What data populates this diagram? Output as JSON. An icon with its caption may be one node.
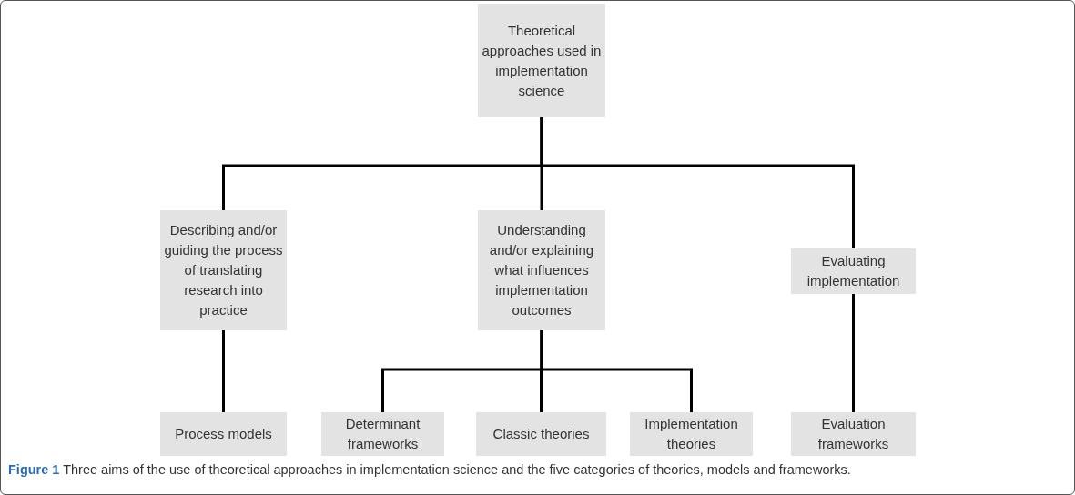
{
  "diagram": {
    "caption": "**Figure 1** Three aims of the use of theoretical approaches in implementation science and the five categories of theories, models and frameworks.",
    "nodes": [
      {
        "text": [
          "Theoretical approaches used in implementation science"
        ]
      },
      {
        "text": [
          "Describing and/or guiding the process of translating research into practice"
        ]
      },
      {
        "text": [
          "Understanding and/or explaining  what influences implementation outcomes"
        ]
      },
      {
        "text": [
          "Evaluating implementation"
        ]
      },
      {
        "text": [
          "Process models"
        ]
      },
      {
        "text": [
          "Determinant frameworks"
        ]
      },
      {
        "text": [
          "Classic theories"
        ]
      },
      {
        "text": [
          "Implementation theories"
        ]
      },
      {
        "text": [
          "Evaluation frameworks"
        ]
      }
    ],
    "edges": [
      {
        "from": 0,
        "to": 1,
        "arrow": "none"
      },
      {
        "from": 0,
        "to": 2,
        "arrow": "none"
      },
      {
        "from": 0,
        "to": 3,
        "arrow": "none"
      },
      {
        "from": 1,
        "to": 4,
        "arrow": "none"
      },
      {
        "from": 2,
        "to": 5,
        "arrow": "none"
      },
      {
        "from": 2,
        "to": 6,
        "arrow": "none"
      },
      {
        "from": 2,
        "to": 7,
        "arrow": "none"
      },
      {
        "from": 3,
        "to": 8,
        "arrow": "none"
      }
    ]
  }
}
